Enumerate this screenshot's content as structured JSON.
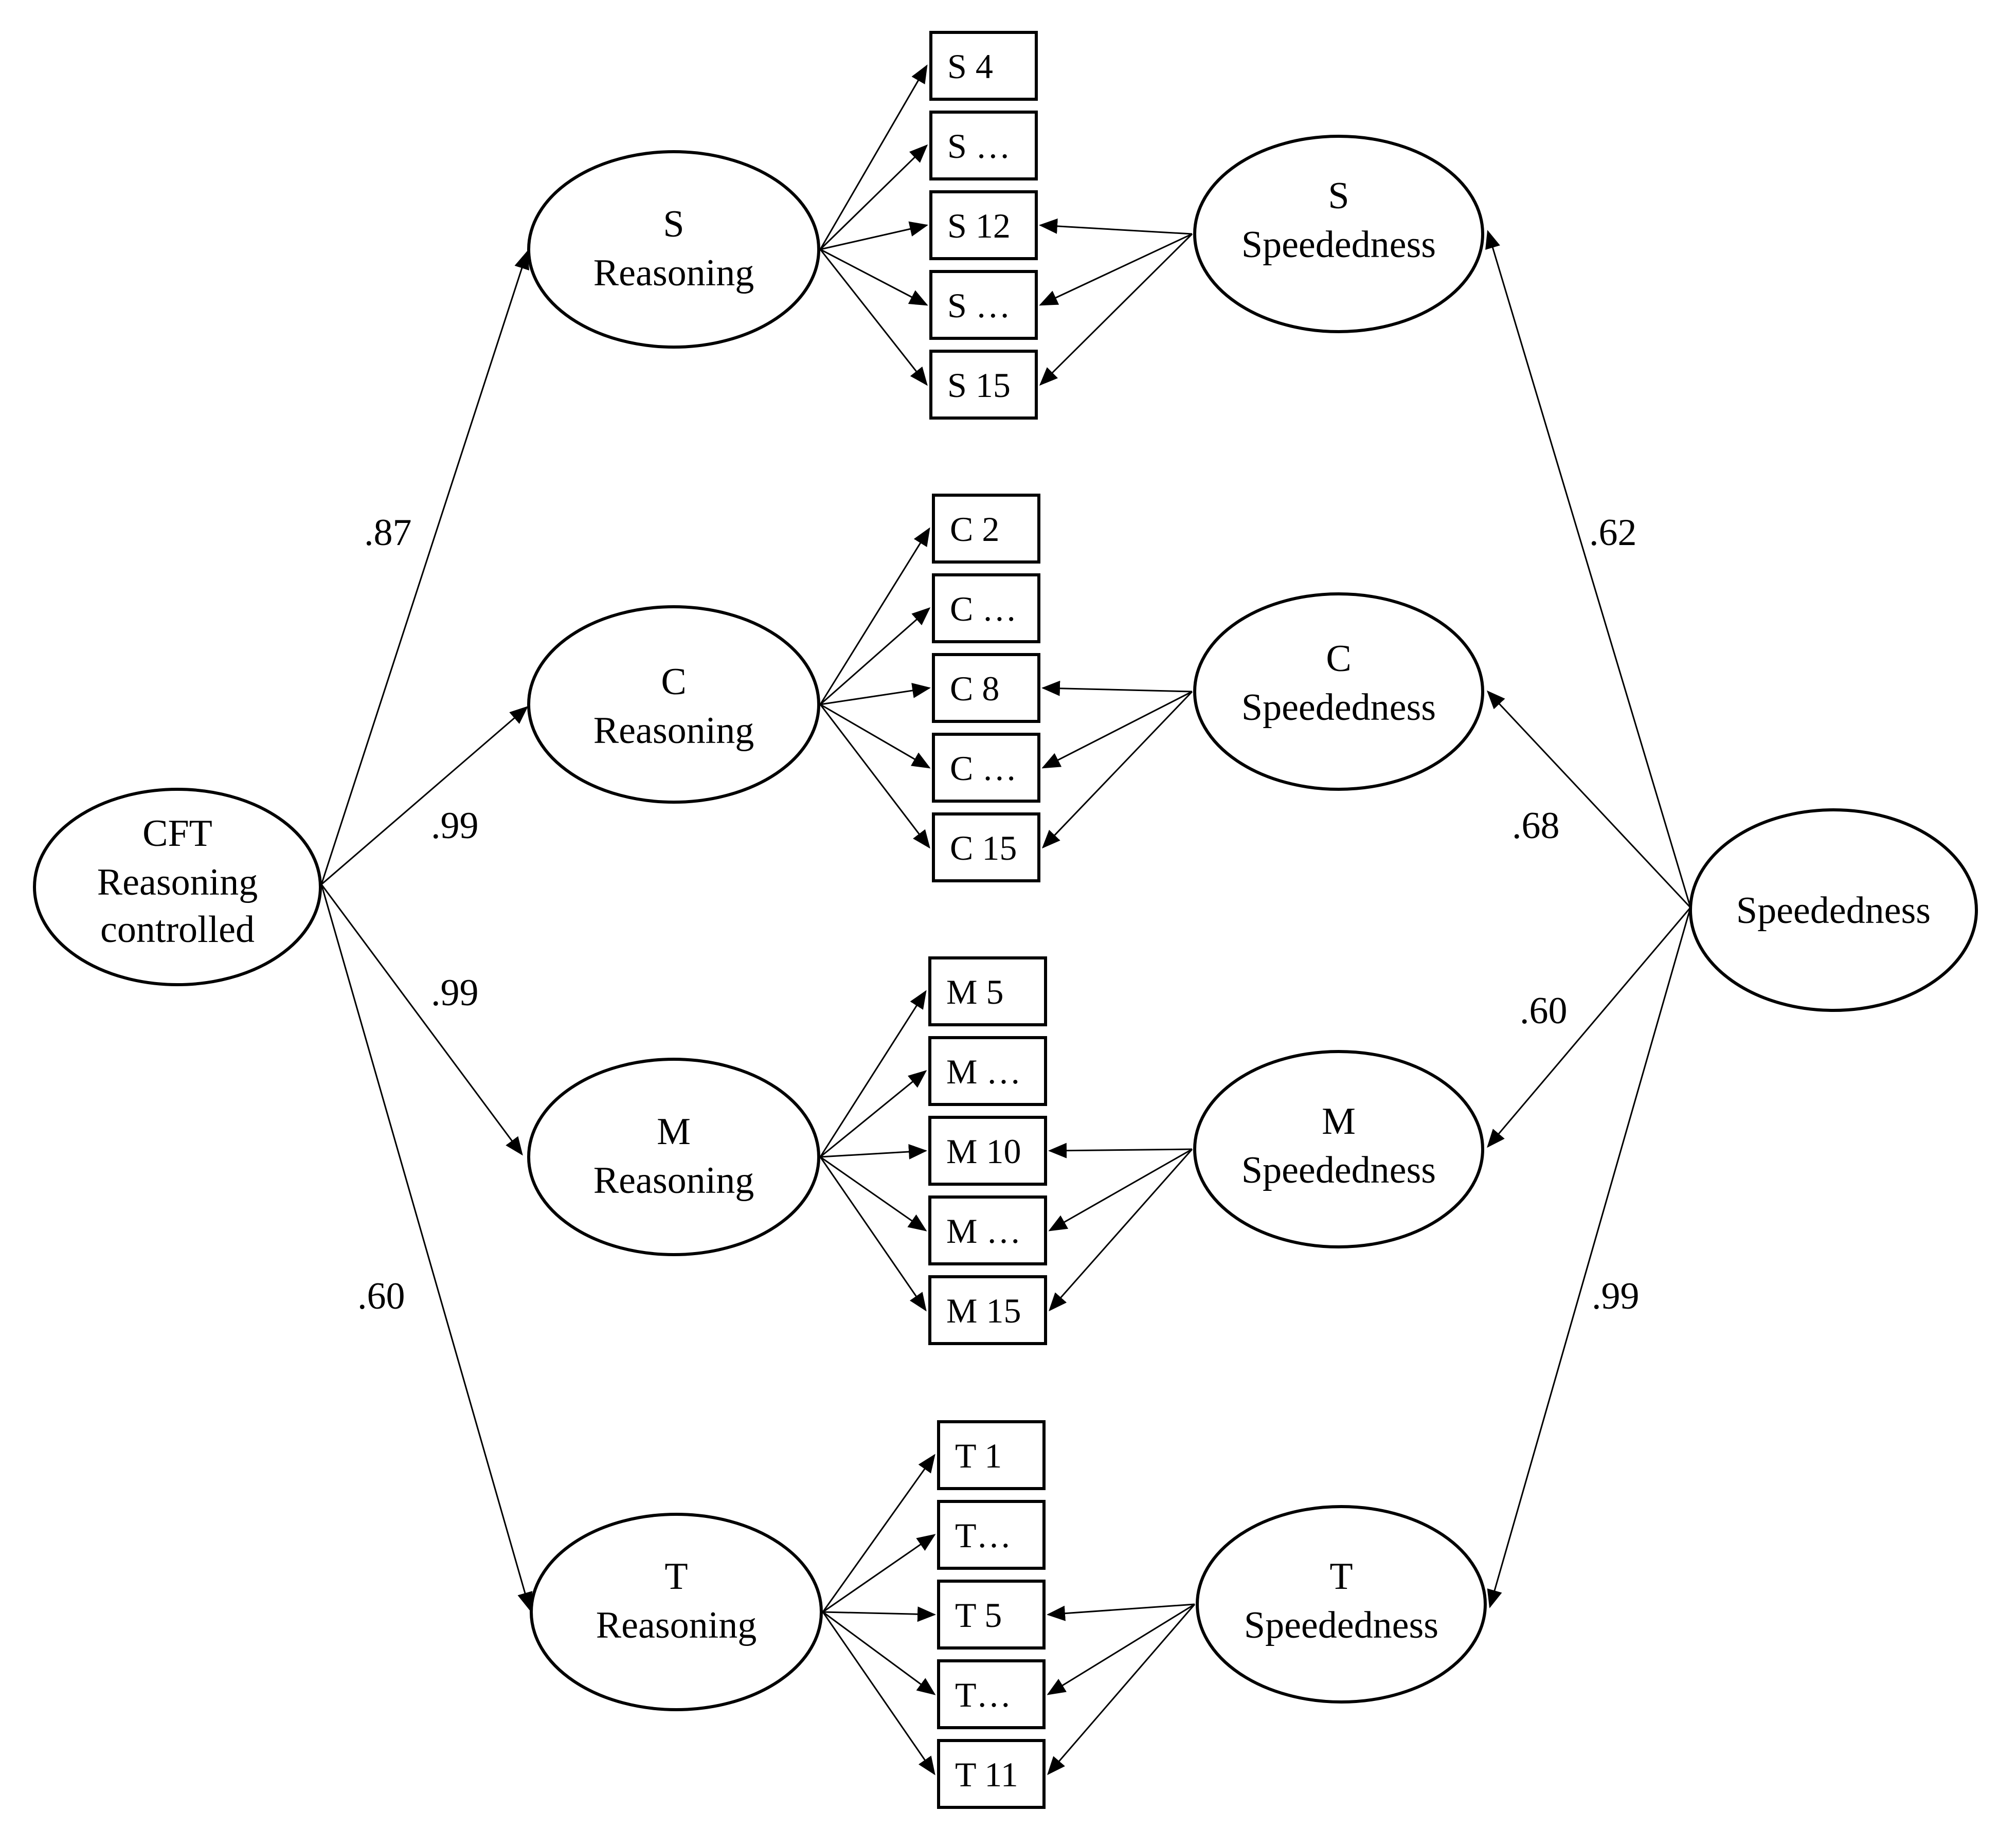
{
  "diagram": {
    "reasoning_factor": {
      "line1": "CFT",
      "line2": "Reasoning",
      "line3": "controlled"
    },
    "speededness_factor": {
      "label": "Speededness"
    },
    "subtests": [
      {
        "reasoning": {
          "line1": "S",
          "line2": "Reasoning"
        },
        "speededness": {
          "line1": "S",
          "line2": "Speededness"
        },
        "items": [
          "S 4",
          "S …",
          "S 12",
          "S …",
          "S 15"
        ],
        "reasoning_loading": ".87",
        "speededness_loading": ".62"
      },
      {
        "reasoning": {
          "line1": "C",
          "line2": "Reasoning"
        },
        "speededness": {
          "line1": "C",
          "line2": "Speededness"
        },
        "items": [
          "C 2",
          "C …",
          "C 8",
          "C …",
          "C 15"
        ],
        "reasoning_loading": ".99",
        "speededness_loading": ".68"
      },
      {
        "reasoning": {
          "line1": "M",
          "line2": "Reasoning"
        },
        "speededness": {
          "line1": "M",
          "line2": "Speededness"
        },
        "items": [
          "M 5",
          "M …",
          "M 10",
          "M …",
          "M 15"
        ],
        "reasoning_loading": ".99",
        "speededness_loading": ".60"
      },
      {
        "reasoning": {
          "line1": "T",
          "line2": "Reasoning"
        },
        "speededness": {
          "line1": "T",
          "line2": "Speededness"
        },
        "items": [
          "T 1",
          "T…",
          "T 5",
          "T…",
          "T 11"
        ],
        "reasoning_loading": ".60",
        "speededness_loading": ".99"
      }
    ]
  }
}
